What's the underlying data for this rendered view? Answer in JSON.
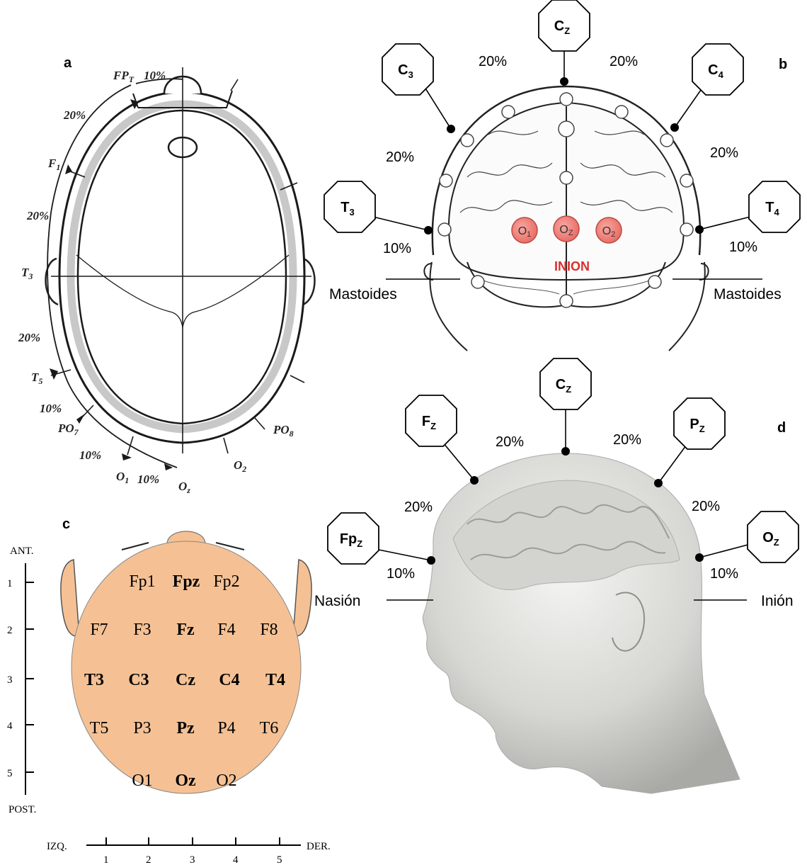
{
  "panels": {
    "a": "a",
    "b": "b",
    "c": "c",
    "d": "d"
  },
  "panel_a": {
    "labels": {
      "fpt": "FP",
      "fpt_sub": "T",
      "f1": "F",
      "f1_sub": "1",
      "t3": "T",
      "t3_sub": "3",
      "t5": "T",
      "t5_sub": "5",
      "po7": "PO",
      "po7_sub": "7",
      "o1": "O",
      "o1_sub": "1",
      "oz": "O",
      "oz_sub": "z",
      "o2": "O",
      "o2_sub": "2",
      "po8": "PO",
      "po8_sub": "8"
    },
    "percents": {
      "p_top": "10%",
      "p1": "20%",
      "p2": "20%",
      "p3": "20%",
      "p4": "10%",
      "p5": "10%",
      "p6": "10%"
    }
  },
  "panel_b": {
    "cz": "C",
    "cz_sub": "Z",
    "c3": "C",
    "c3_sub": "3",
    "c4": "C",
    "c4_sub": "4",
    "t3": "T",
    "t3_sub": "3",
    "t4": "T",
    "t4_sub": "4",
    "percents": {
      "top_left": "20%",
      "top_right": "20%",
      "mid_left": "20%",
      "mid_right": "20%",
      "low_left": "10%",
      "low_right": "10%"
    },
    "mastoid_left": "Mastoides",
    "mastoid_right": "Mastoides",
    "o1": "O",
    "o1_sub": "1",
    "oz": "O",
    "oz_sub": "Z",
    "o2": "O",
    "o2_sub": "2",
    "inion": "INION"
  },
  "panel_c": {
    "ant": "ANT.",
    "post": "POST.",
    "izq": "IZQ.",
    "der": "DER.",
    "row_ticks": [
      "1",
      "2",
      "3",
      "4",
      "5"
    ],
    "col_ticks": [
      "1",
      "2",
      "3",
      "4",
      "5"
    ],
    "rows": [
      [
        "",
        "Fp1",
        "Fpz",
        "Fp2",
        ""
      ],
      [
        "F7",
        "F3",
        "Fz",
        "F4",
        "F8"
      ],
      [
        "T3",
        "C3",
        "Cz",
        "C4",
        "T4"
      ],
      [
        "T5",
        "P3",
        "Pz",
        "P4",
        "T6"
      ],
      [
        "",
        "O1",
        "Oz",
        "O2",
        ""
      ]
    ]
  },
  "panel_d": {
    "cz": "C",
    "cz_sub": "Z",
    "fz": "F",
    "fz_sub": "Z",
    "pz": "P",
    "pz_sub": "Z",
    "fpz": "Fp",
    "fpz_sub": "Z",
    "oz": "O",
    "oz_sub": "Z",
    "percents": {
      "top_left": "20%",
      "top_right": "20%",
      "mid_left": "20%",
      "mid_right": "20%",
      "low_left": "10%",
      "low_right": "10%"
    },
    "nasion": "Nasión",
    "inion": "Inión"
  }
}
